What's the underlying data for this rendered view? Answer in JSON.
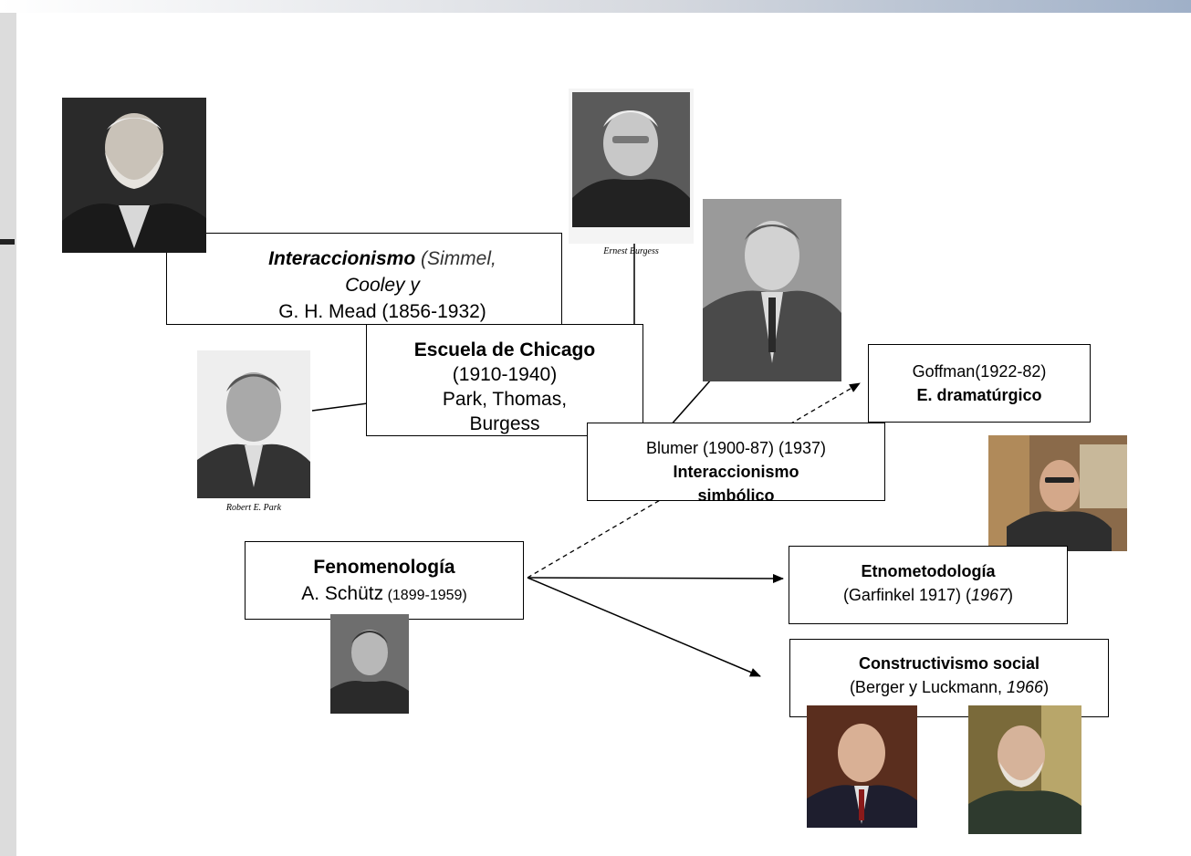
{
  "interaccionismo": {
    "title": "Interaccionismo",
    "rest": " (Simmel,",
    "line2": "Cooley y",
    "line3": "G. H. Mead (1856-1932)"
  },
  "chicago": {
    "title": "Escuela de Chicago",
    "line2": "(1910-1940)",
    "line3": "Park, Thomas,",
    "line4": "Burgess"
  },
  "blumer": {
    "line1": "Blumer (1900-87) (1937)",
    "line2": "Interaccionismo",
    "line3": "simbólico"
  },
  "goffman": {
    "line1": "Goffman(1922-82)",
    "line2": "E. dramatúrgico"
  },
  "fenomenologia": {
    "title": "Fenomenología",
    "author": "A. Schütz",
    "years": " (1899-1959)"
  },
  "etnometodologia": {
    "title": "Etnometodología",
    "pre": "(Garfinkel 1917) (",
    "year": "1967",
    "post": ")"
  },
  "constructivismo": {
    "title": "Constructivismo social",
    "pre": "(Berger y Luckmann, ",
    "year": "1966",
    "post": ")"
  },
  "captions": {
    "burgess": "Ernest Burgess",
    "park": "Robert E. Park"
  },
  "colors": {
    "line": "#000000",
    "photo_bw": "#3a3a3a",
    "photo_color": "#7a4a2a"
  }
}
